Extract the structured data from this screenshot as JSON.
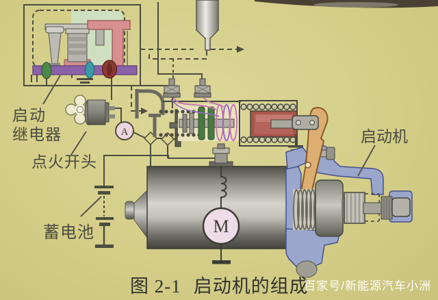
{
  "figure": {
    "caption": {
      "number": "图 2-1",
      "title": "启动机的组成"
    },
    "watermark": "百家号/新能源汽车小洲",
    "labels": {
      "relay_line1": "启动",
      "relay_line2": "继电器",
      "ignition": "点火开头",
      "battery": "蓄电池",
      "starter": "启动机"
    },
    "symbols": {
      "ammeter": "A",
      "motor": "M"
    },
    "colors": {
      "background": "#d6d08d",
      "line": "#4c4c3e",
      "relay_base": "#8a62a8",
      "relay_bracket": "#d88f8f",
      "relay_zone": "#cfe0c0",
      "terminal_green": "#4a8a4a",
      "terminal_teal": "#3a9aa8",
      "terminal_red": "#8a3a30",
      "coil_pink": "#c878b0",
      "coil_purple": "#9868c8",
      "plunger": "#a8544a",
      "contact_green": "#4a7a42",
      "housing": "#9aa6cc",
      "lever": "#dcae72",
      "ammeter_fill": "#ecd6de",
      "motor_fill": "#eedce8"
    }
  }
}
